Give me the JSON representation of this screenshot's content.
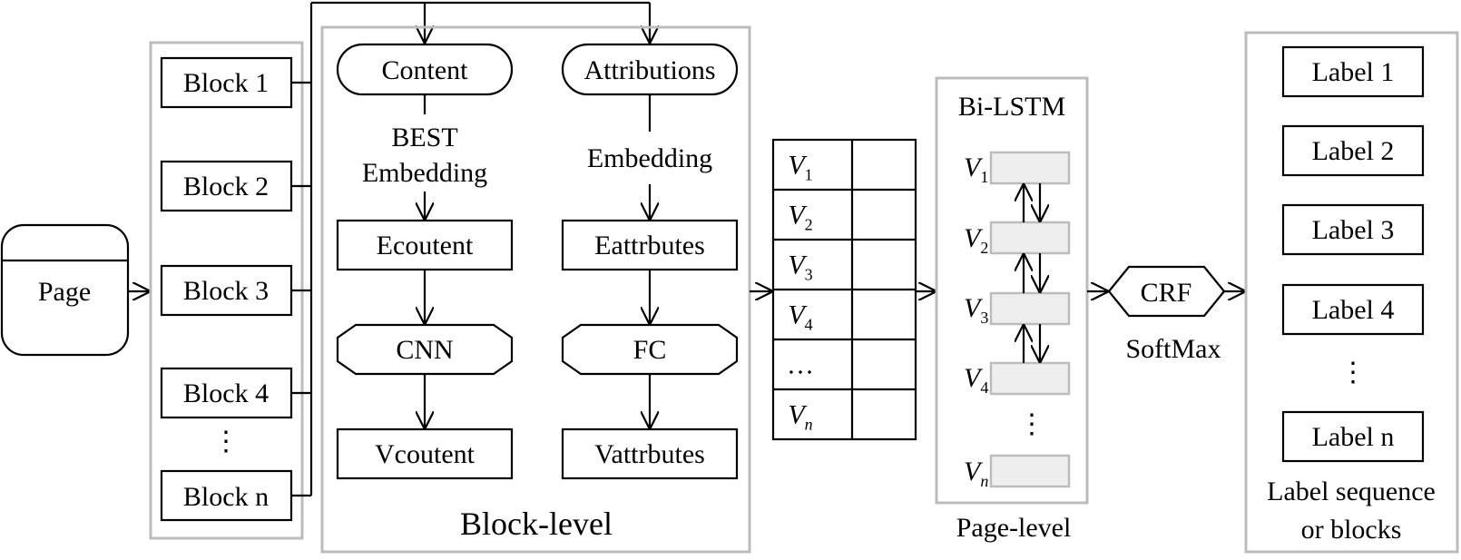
{
  "page": {
    "label": "Page"
  },
  "blocks": {
    "items": [
      "Block 1",
      "Block 2",
      "Block 3",
      "Block 4",
      "Block n"
    ],
    "ellipsis": "⋮"
  },
  "block_level": {
    "title": "Block-level",
    "content": "Content",
    "attributions": "Attributions",
    "best_embedding_line1": "BEST",
    "best_embedding_line2": "Embedding",
    "embedding": "Embedding",
    "ecoutent": "Ecoutent",
    "eattrbutes": "Eattrbutes",
    "cnn": "CNN",
    "fc": "FC",
    "vcoutent": "Vcoutent",
    "vattrbutes": "Vattrbutes"
  },
  "vector_table": {
    "rows": [
      {
        "letter": "V",
        "sub": "1"
      },
      {
        "letter": "V",
        "sub": "2"
      },
      {
        "letter": "V",
        "sub": "3"
      },
      {
        "letter": "V",
        "sub": "4"
      },
      {
        "letter": "…",
        "sub": ""
      },
      {
        "letter": "V",
        "sub": "n"
      }
    ]
  },
  "page_level": {
    "title": "Bi-LSTM",
    "caption": "Page-level",
    "rows": [
      {
        "letter": "V",
        "sub": "1"
      },
      {
        "letter": "V",
        "sub": "2"
      },
      {
        "letter": "V",
        "sub": "3"
      },
      {
        "letter": "V",
        "sub": "4"
      },
      {
        "letter": "V",
        "sub": "n"
      }
    ],
    "ellipsis": "⋮"
  },
  "crf": {
    "label": "CRF",
    "softmax": "SoftMax"
  },
  "labels": {
    "items": [
      "Label 1",
      "Label 2",
      "Label 3",
      "Label 4",
      "Label n"
    ],
    "ellipsis": "⋮",
    "caption_line1": "Label sequence",
    "caption_line2": "or blocks"
  },
  "colors": {
    "border_gray": "#bcbcbc",
    "cell_fill": "#eeeeee",
    "stroke": "#000000"
  }
}
